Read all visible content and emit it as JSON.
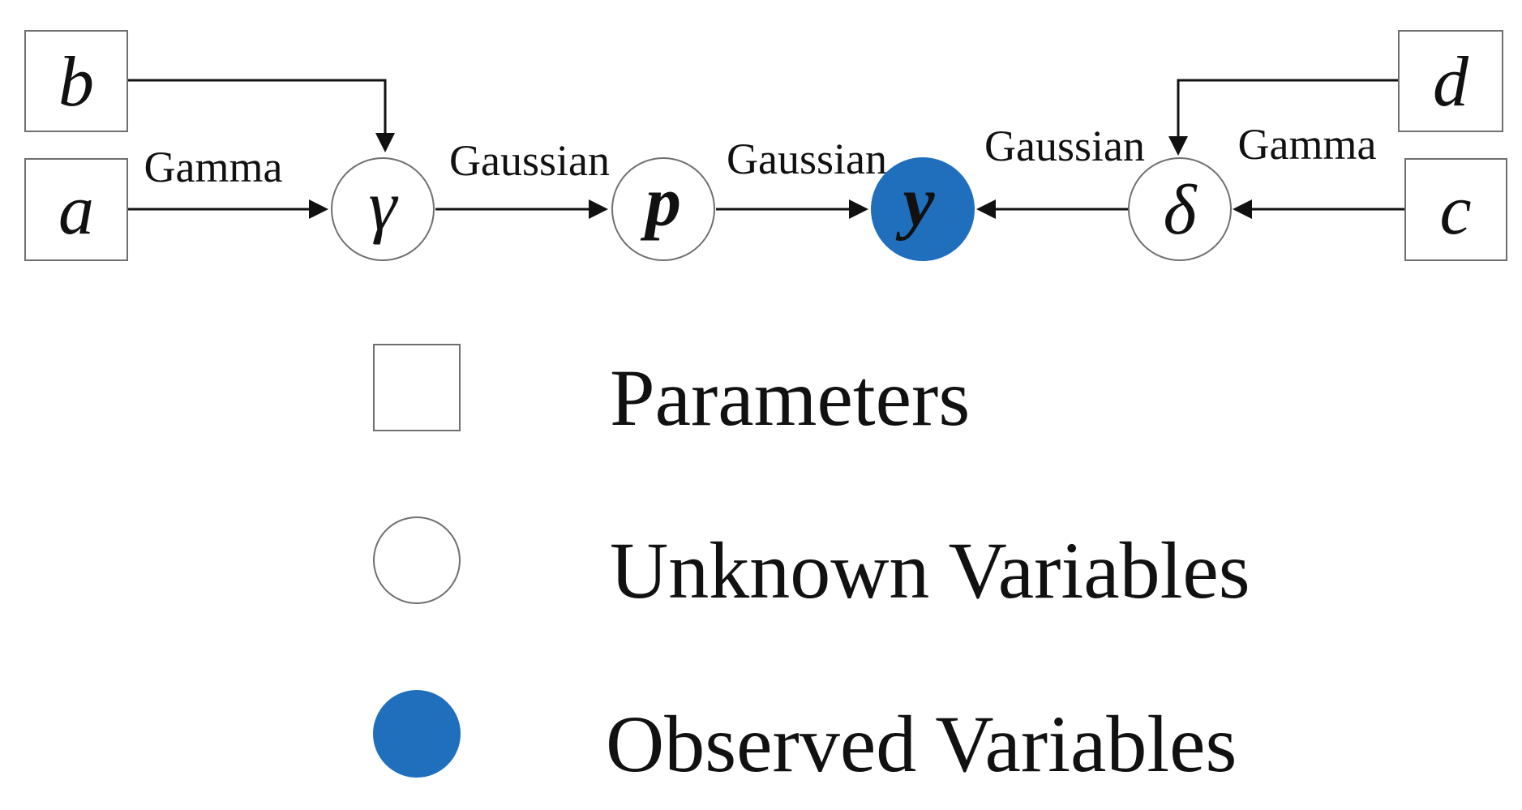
{
  "nodes": {
    "a": {
      "label": "a",
      "kind": "parameter"
    },
    "b": {
      "label": "b",
      "kind": "parameter"
    },
    "c": {
      "label": "c",
      "kind": "parameter"
    },
    "d": {
      "label": "d",
      "kind": "parameter"
    },
    "gamma": {
      "label": "γ",
      "kind": "unknown"
    },
    "p": {
      "label": "p",
      "kind": "unknown"
    },
    "y": {
      "label": "y",
      "kind": "observed"
    },
    "delta": {
      "label": "δ",
      "kind": "unknown"
    }
  },
  "edges": [
    {
      "from": "a",
      "to": "gamma",
      "label": "Gamma"
    },
    {
      "from": "b",
      "to": "gamma",
      "label": ""
    },
    {
      "from": "gamma",
      "to": "p",
      "label": "Gaussian"
    },
    {
      "from": "p",
      "to": "y",
      "label": "Gaussian"
    },
    {
      "from": "delta",
      "to": "y",
      "label": "Gaussian"
    },
    {
      "from": "c",
      "to": "delta",
      "label": "Gamma"
    },
    {
      "from": "d",
      "to": "delta",
      "label": ""
    }
  ],
  "legend": {
    "parameters": "Parameters",
    "unknown": "Unknown Variables",
    "observed": "Observed Variables"
  },
  "colors": {
    "observed_fill": "#1f6fbd",
    "node_stroke": "#6f6f6f",
    "edge": "#111111"
  }
}
